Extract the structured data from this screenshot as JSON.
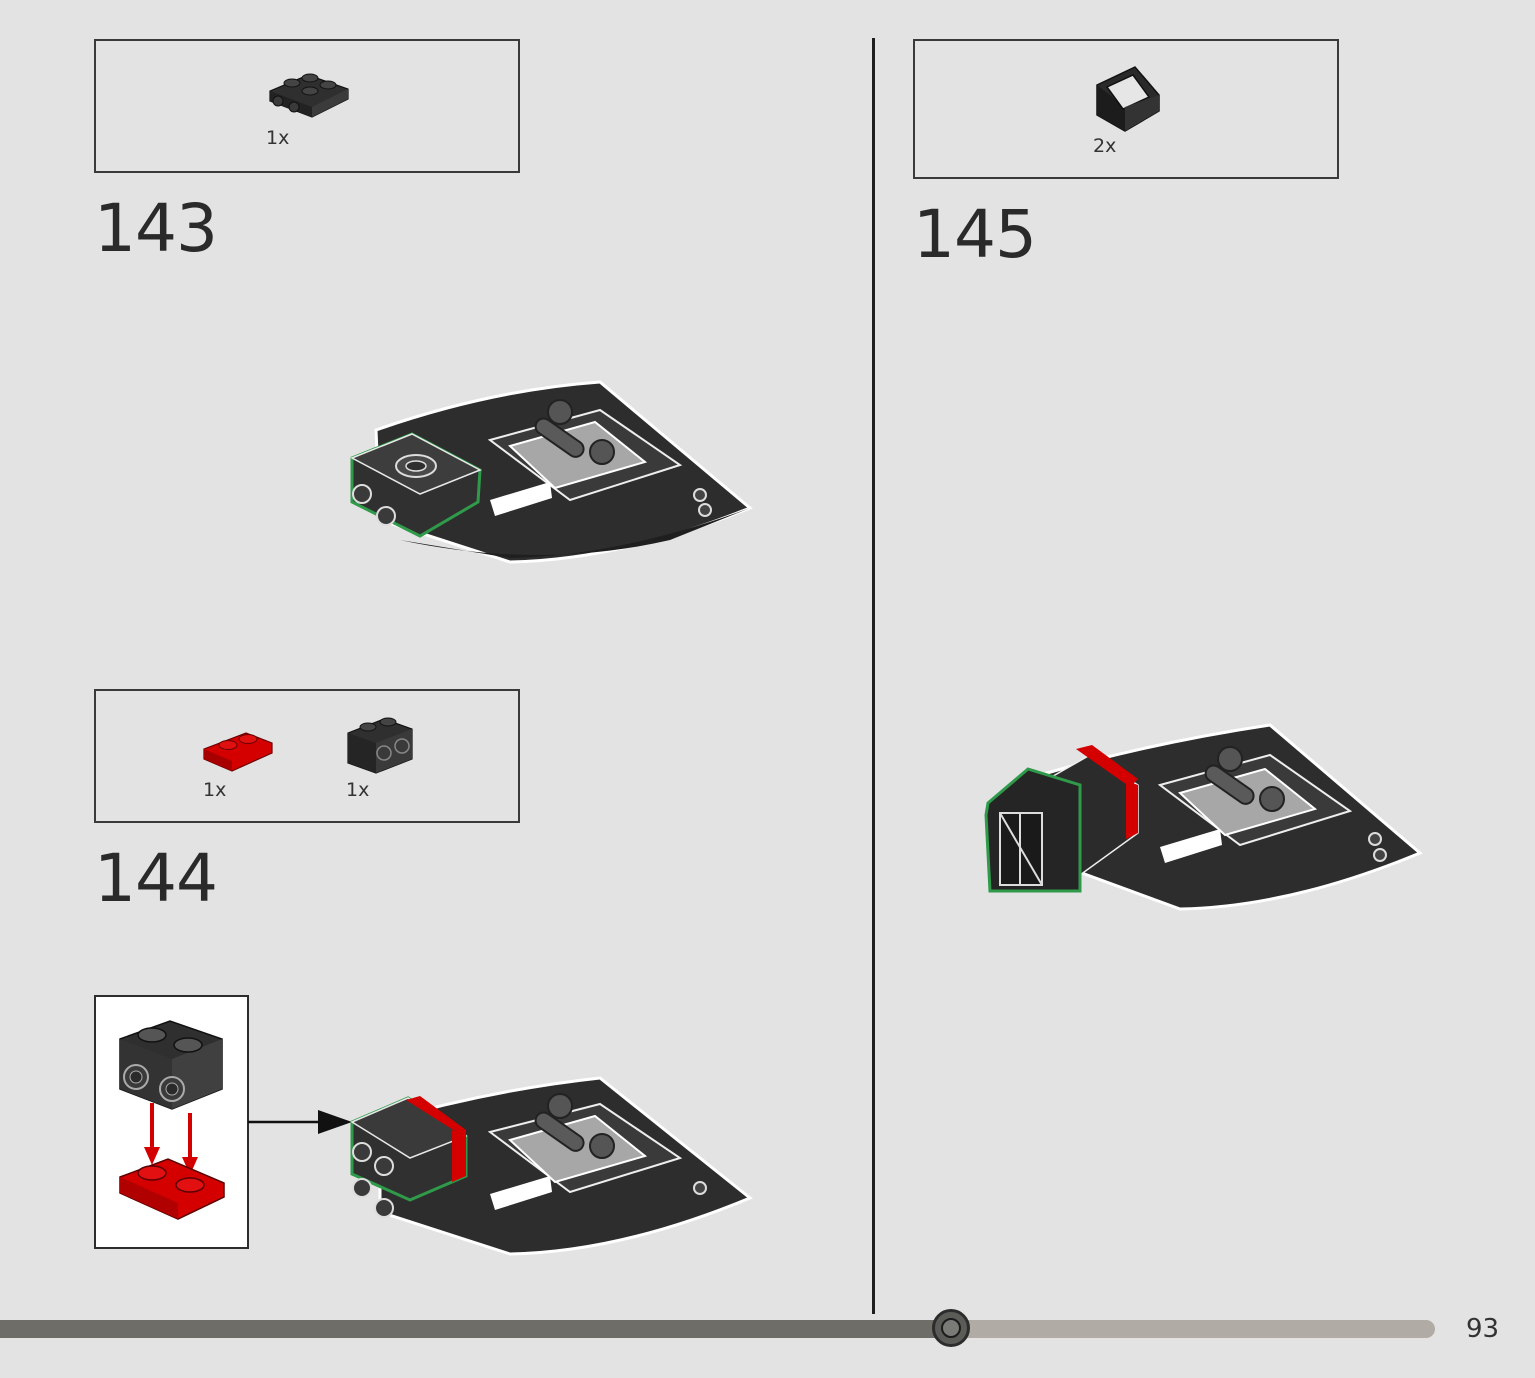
{
  "steps": [
    {
      "number": "143",
      "parts": [
        {
          "qty": "1x",
          "icon": "dark-gray-plate-2x2-with-side-studs-icon"
        }
      ]
    },
    {
      "number": "144",
      "parts": [
        {
          "qty": "1x",
          "icon": "red-plate-1x2-icon"
        },
        {
          "qty": "1x",
          "icon": "dark-gray-brick-1x2-with-side-studs-icon"
        }
      ]
    },
    {
      "number": "145",
      "parts": [
        {
          "qty": "2x",
          "icon": "black-windscreen-slope-icon"
        }
      ]
    }
  ],
  "page": {
    "number": "93",
    "progress": 0.663
  },
  "colors": {
    "background": "#e3e3e3",
    "dark_brick": "#2f2f2f",
    "light_gray": "#a7a7a7",
    "red": "#d40000",
    "highlight_green": "#2f9a4a",
    "progress_done": "#6e6d68",
    "progress_rest": "#b0aca5"
  }
}
